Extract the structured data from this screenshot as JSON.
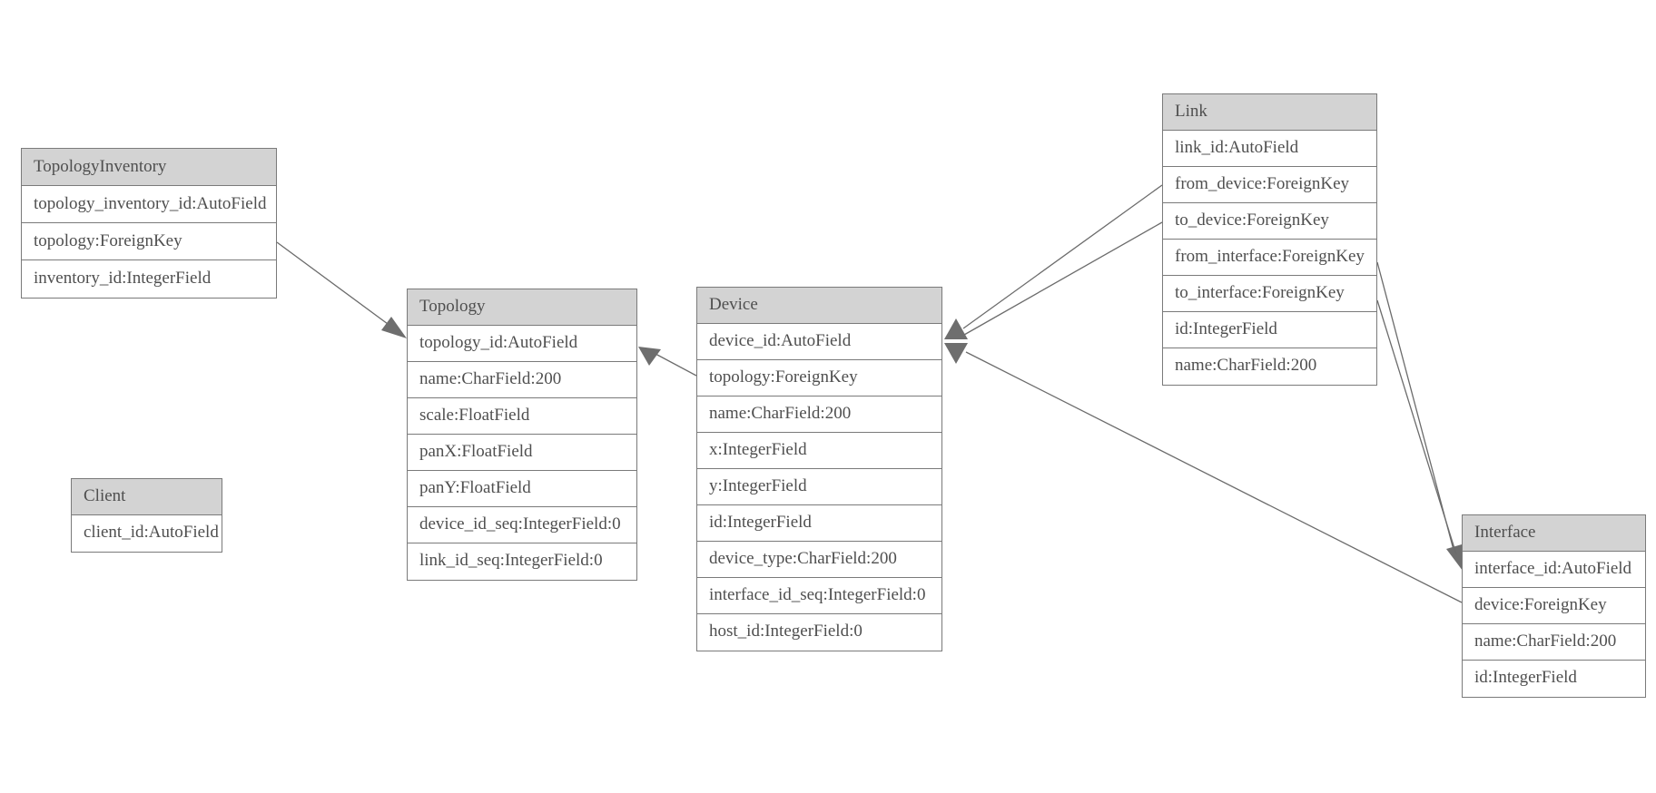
{
  "diagram": {
    "kind": "entity-relationship-model",
    "colors": {
      "background": "#ffffff",
      "header_fill": "#d3d3d3",
      "box_border": "#7a7a7a",
      "text": "#4f4f4f",
      "connector": "#6b6b6b",
      "arrowhead_fill": "#6e6e6e"
    },
    "entities": [
      {
        "id": "topology_inventory",
        "title": "TopologyInventory",
        "fields": [
          "topology_inventory_id:AutoField",
          "topology:ForeignKey",
          "inventory_id:IntegerField"
        ]
      },
      {
        "id": "topology",
        "title": "Topology",
        "fields": [
          "topology_id:AutoField",
          "name:CharField:200",
          "scale:FloatField",
          "panX:FloatField",
          "panY:FloatField",
          "device_id_seq:IntegerField:0",
          "link_id_seq:IntegerField:0"
        ]
      },
      {
        "id": "client",
        "title": "Client",
        "fields": [
          "client_id:AutoField"
        ]
      },
      {
        "id": "device",
        "title": "Device",
        "fields": [
          "device_id:AutoField",
          "topology:ForeignKey",
          "name:CharField:200",
          "x:IntegerField",
          "y:IntegerField",
          "id:IntegerField",
          "device_type:CharField:200",
          "interface_id_seq:IntegerField:0",
          "host_id:IntegerField:0"
        ]
      },
      {
        "id": "link",
        "title": "Link",
        "fields": [
          "link_id:AutoField",
          "from_device:ForeignKey",
          "to_device:ForeignKey",
          "from_interface:ForeignKey",
          "to_interface:ForeignKey",
          "id:IntegerField",
          "name:CharField:200"
        ]
      },
      {
        "id": "interface",
        "title": "Interface",
        "fields": [
          "interface_id:AutoField",
          "device:ForeignKey",
          "name:CharField:200",
          "id:IntegerField"
        ]
      }
    ],
    "relations": [
      {
        "from": "TopologyInventory.topology",
        "to": "Topology.topology_id"
      },
      {
        "from": "Device.topology",
        "to": "Topology.topology_id"
      },
      {
        "from": "Link.from_device",
        "to": "Device.device_id"
      },
      {
        "from": "Link.to_device",
        "to": "Device.device_id"
      },
      {
        "from": "Interface.device",
        "to": "Device.device_id"
      },
      {
        "from": "Link.from_interface",
        "to": "Interface.interface_id"
      },
      {
        "from": "Link.to_interface",
        "to": "Interface.interface_id"
      }
    ]
  }
}
